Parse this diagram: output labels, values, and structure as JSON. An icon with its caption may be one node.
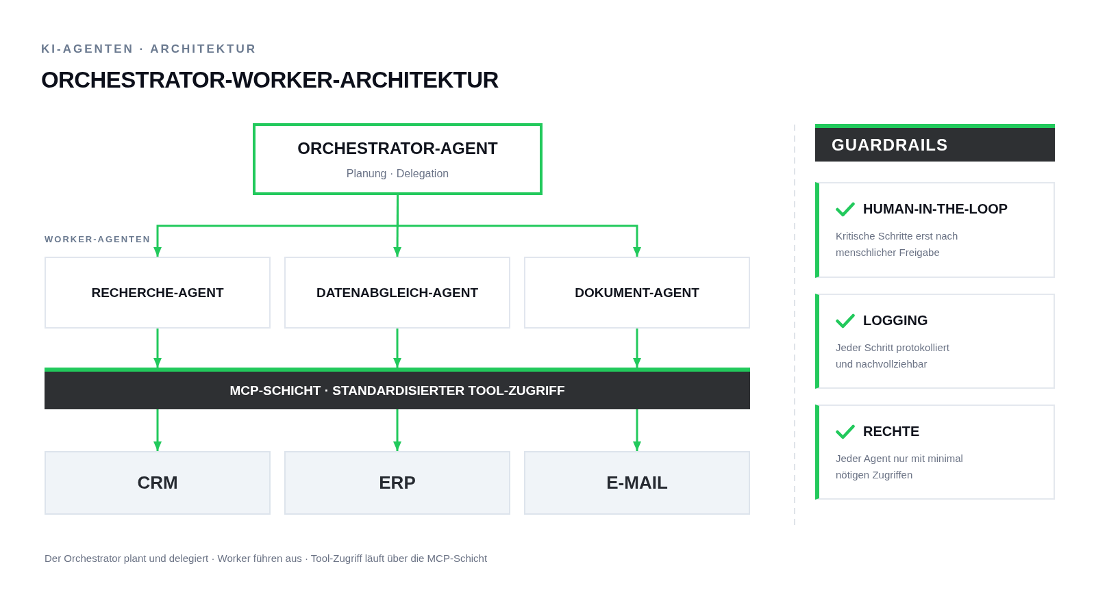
{
  "diagram": {
    "title": "ORCHESTRATOR-WORKER-ARCHITEKTUR",
    "caption": "Der Orchestrator plant und delegiert · Worker führen aus · Tool-Zugriff läuft über die MCP-Schicht",
    "nodes": [
      {
        "text": [
          "ORCHESTRATOR-AGENT",
          "Planung · Delegation"
        ]
      },
      {
        "text": [
          "RECHERCHE-AGENT"
        ]
      },
      {
        "text": [
          "DATENABGLEICH-AGENT"
        ]
      },
      {
        "text": [
          "DOKUMENT-AGENT"
        ]
      },
      {
        "text": [
          "MCP-SCHICHT · STANDARDISIERTER TOOL-ZUGRIFF"
        ]
      },
      {
        "text": [
          "CRM"
        ]
      },
      {
        "text": [
          "ERP"
        ]
      },
      {
        "text": [
          "E-MAIL"
        ]
      },
      {
        "text": [
          "GUARDRAILS"
        ]
      },
      {
        "text": [
          "HUMAN-IN-THE-LOOP",
          "Kritische Schritte erst nach menschlicher Freigabe"
        ]
      },
      {
        "text": [
          "LOGGING",
          "Jeder Schritt protokolliert und nachvollziehbar"
        ]
      },
      {
        "text": [
          "RECHTE",
          "Jeder Agent nur mit minimal nötigen Zugriffen"
        ]
      }
    ],
    "edges": [
      {
        "from": 0,
        "to": 1,
        "arrow": "to"
      },
      {
        "from": 0,
        "to": 2,
        "arrow": "to"
      },
      {
        "from": 0,
        "to": 3,
        "arrow": "to"
      },
      {
        "from": 1,
        "to": 4,
        "arrow": "to"
      },
      {
        "from": 2,
        "to": 4,
        "arrow": "to"
      },
      {
        "from": 3,
        "to": 4,
        "arrow": "to"
      },
      {
        "from": 4,
        "to": 5,
        "arrow": "to"
      },
      {
        "from": 4,
        "to": 6,
        "arrow": "to"
      },
      {
        "from": 4,
        "to": 7,
        "arrow": "to"
      }
    ],
    "labels": [
      "KI-AGENTEN · ARCHITEKTUR",
      "WORKER-AGENTEN"
    ]
  }
}
